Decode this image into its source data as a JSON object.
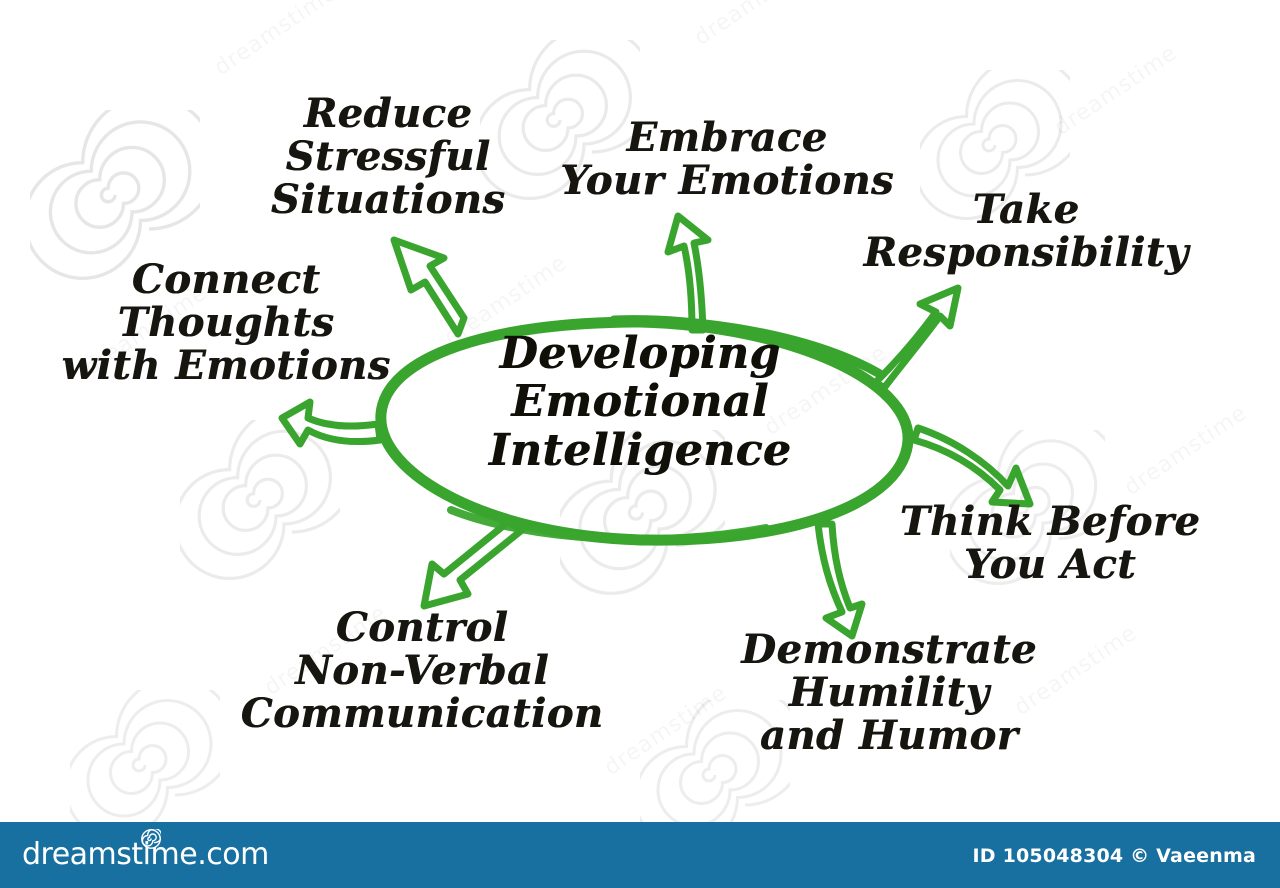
{
  "diagram": {
    "type": "hub-and-spoke",
    "center": {
      "text": "Developing\nEmotional\nIntelligence",
      "shape": "ellipse",
      "outline_color": "#3aa52e"
    },
    "arrow_color": "#3aa52e",
    "spokes": [
      {
        "id": "reduce-stressful-situations",
        "text": "Reduce\nStressful\nSituations",
        "direction": "up-left",
        "arrow_style": "straight-outline"
      },
      {
        "id": "connect-thoughts-emotions",
        "text": "Connect\nThoughts\nwith Emotions",
        "direction": "left",
        "arrow_style": "curved-outline"
      },
      {
        "id": "embrace-your-emotions",
        "text": "Embrace\nYour Emotions",
        "direction": "up",
        "arrow_style": "straight-outline"
      },
      {
        "id": "take-responsibility",
        "text": "Take\nResponsibility",
        "direction": "up-right",
        "arrow_style": "straight-outline"
      },
      {
        "id": "think-before-you-act",
        "text": "Think Before\nYou Act",
        "direction": "down-right",
        "arrow_style": "curved-outline"
      },
      {
        "id": "demonstrate-humility-humor",
        "text": "Demonstrate\nHumility\nand Humor",
        "direction": "down",
        "arrow_style": "curved-outline"
      },
      {
        "id": "control-nonverbal-communication",
        "text": "Control\nNon-Verbal\nCommunication",
        "direction": "down-left",
        "arrow_style": "straight-outline"
      }
    ]
  },
  "footer": {
    "logo_text": "dreamstime.com",
    "credit": "ID 105048304 © Vaeenma",
    "background_color": "#17709f"
  },
  "watermark": {
    "text": "dreamstime"
  }
}
